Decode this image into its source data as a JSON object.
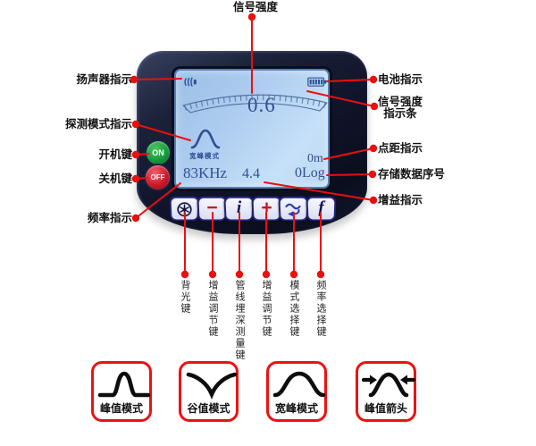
{
  "annotations": {
    "top": {
      "label": "信号强度"
    },
    "left": [
      {
        "label": "扬声器指示"
      },
      {
        "label": "探测模式指示"
      },
      {
        "label": "开机键"
      },
      {
        "label": "关机键"
      },
      {
        "label": "频率指示"
      }
    ],
    "right": [
      {
        "label": "电池指示"
      },
      {
        "label": "信号强度",
        "label2": "指示条"
      },
      {
        "label": "点距指示"
      },
      {
        "label": "存储数据序号"
      },
      {
        "label": "增益指示"
      }
    ]
  },
  "device": {
    "power_on_label": "ON",
    "power_off_label": "OFF",
    "lcd": {
      "signal_reading": "0.6",
      "mode_label": "宽峰模式",
      "frequency": "83KHz",
      "gain": "4.4",
      "distance": "0m",
      "log_index": "0Log"
    },
    "keys": [
      {
        "icon": "backlight-icon",
        "glyph": "",
        "label": "背光键"
      },
      {
        "icon": "minus-icon",
        "glyph": "−",
        "label": "增益调节键"
      },
      {
        "icon": "info-icon",
        "glyph": "i",
        "label": "管线埋深测量键"
      },
      {
        "icon": "plus-icon",
        "glyph": "+",
        "label": "增益调节键"
      },
      {
        "icon": "mode-select-icon",
        "glyph": "",
        "label": "模式选择键"
      },
      {
        "icon": "frequency-icon",
        "glyph": "f",
        "label": "频率选择键"
      }
    ]
  },
  "mode_cards": [
    {
      "icon": "narrow-peak-icon",
      "label": "峰值模式"
    },
    {
      "icon": "valley-icon",
      "label": "谷值模式"
    },
    {
      "icon": "wide-peak-icon",
      "label": "宽峰模式"
    },
    {
      "icon": "peak-arrows-icon",
      "label": "峰值箭头"
    }
  ],
  "colors": {
    "annotation_red": "#e81010",
    "card_border_red": "#ee1111",
    "lcd_text_blue": "#33508f",
    "device_navy": "#141830",
    "power_on_green": "#179a3c",
    "power_off_red": "#cc1828"
  }
}
